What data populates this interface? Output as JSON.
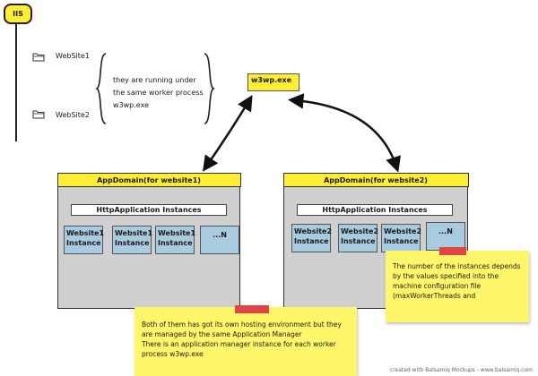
{
  "iis": {
    "label": "IIS"
  },
  "websites": [
    {
      "label": "WebSite1",
      "icon": "folder-icon"
    },
    {
      "label": "WebSite2",
      "icon": "folder-icon"
    }
  ],
  "brace_note": {
    "lines": [
      "they are running under",
      "the same worker process",
      "w3wp.exe"
    ]
  },
  "w3wp": {
    "label": "w3wp.exe"
  },
  "app_domains": [
    {
      "title": "AppDomain(for website1)",
      "http_label": "HttpApplication Instances",
      "instances": [
        {
          "line1": "Website1",
          "line2": "Instance"
        },
        {
          "line1": "Website1",
          "line2": "Instance"
        },
        {
          "line1": "Website1",
          "line2": "Instance"
        },
        {
          "line1": "...N",
          "line2": ""
        }
      ]
    },
    {
      "title": "AppDomain(for website2)",
      "http_label": "HttpApplication Instances",
      "instances": [
        {
          "line1": "Website2",
          "line2": "Instance"
        },
        {
          "line1": "Website2",
          "line2": "Instance"
        },
        {
          "line1": "Website2",
          "line2": "Instance"
        },
        {
          "line1": "...N",
          "line2": ""
        }
      ]
    }
  ],
  "note_bottom": {
    "lines": [
      "Both of them has got its own hosting environment but they",
      "are managed by the same Application Manager",
      "There is an application manager instance for each worker",
      "process w3wp.exe"
    ]
  },
  "note_right": {
    "lines": [
      "The number of the instances depends",
      "by the values specified into the",
      "machine configuration file",
      "(maxWorkerThreads and"
    ]
  },
  "credit": "created with Balsamiq Mockups - www.balsamiq.com",
  "colors": {
    "yellow": "#ffee33",
    "sticky": "#fff66a",
    "tape": "#e04545",
    "instance": "#a9cbe0",
    "panel": "#cfcfcf"
  }
}
